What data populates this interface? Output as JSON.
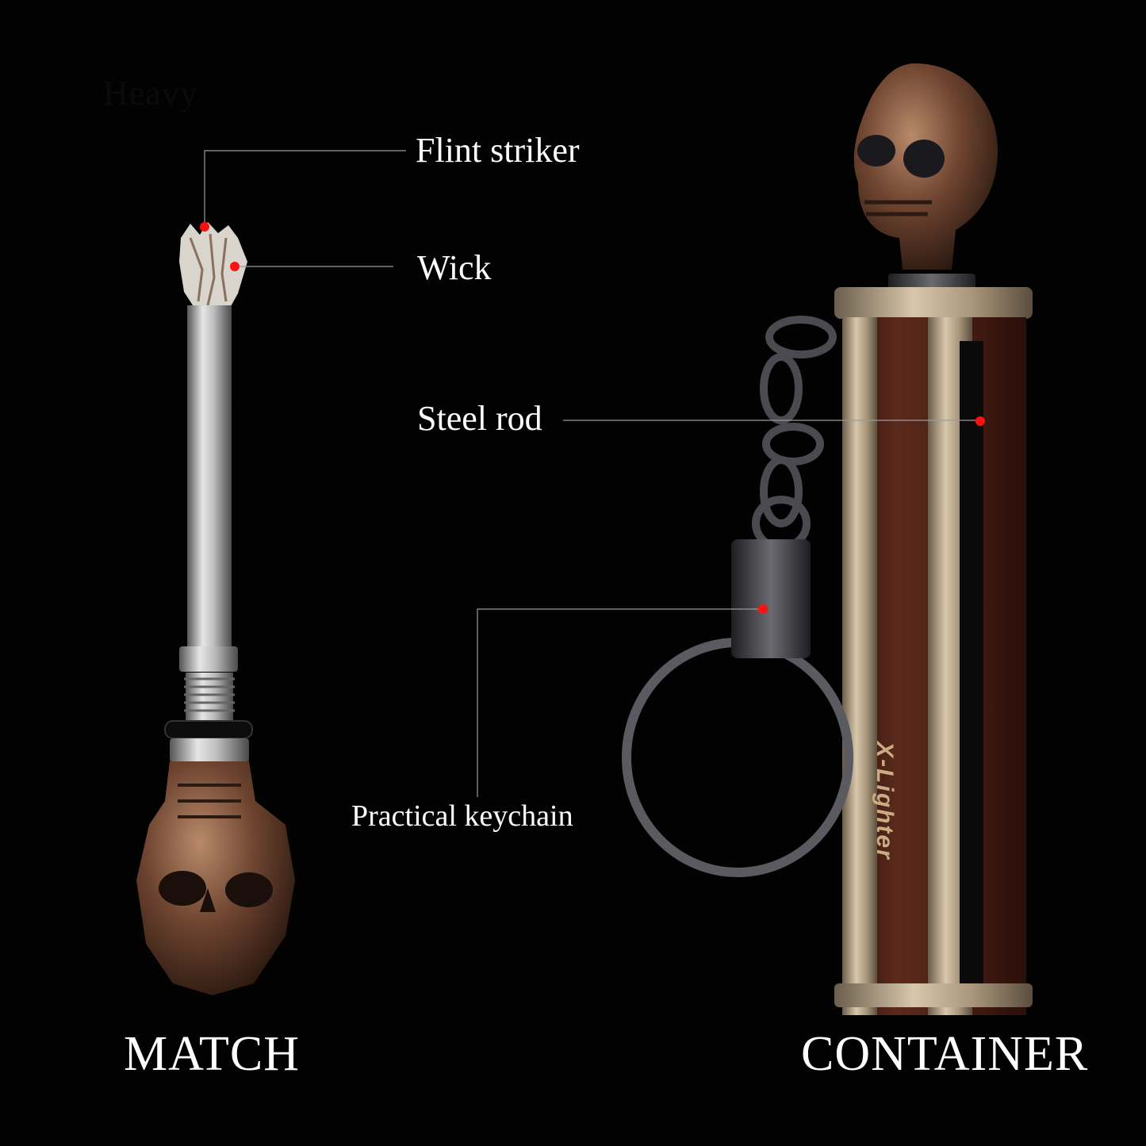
{
  "background": "#020202",
  "ghost_text": "Heavy",
  "callouts": {
    "flint_striker": "Flint striker",
    "wick": "Wick",
    "steel_rod": "Steel rod",
    "practical_keychain": "Practical keychain"
  },
  "titles": {
    "match": "MATCH",
    "container": "CONTAINER"
  },
  "brand": "X-Lighter",
  "colors": {
    "marker_dot": "#ff1010",
    "leader_line": "#9a9a9a",
    "bronze": "#7a4a30",
    "gunmetal": "#3a3a3e",
    "champagne_metal": "#b8a58a",
    "wood_texture": "#4a1e14"
  }
}
